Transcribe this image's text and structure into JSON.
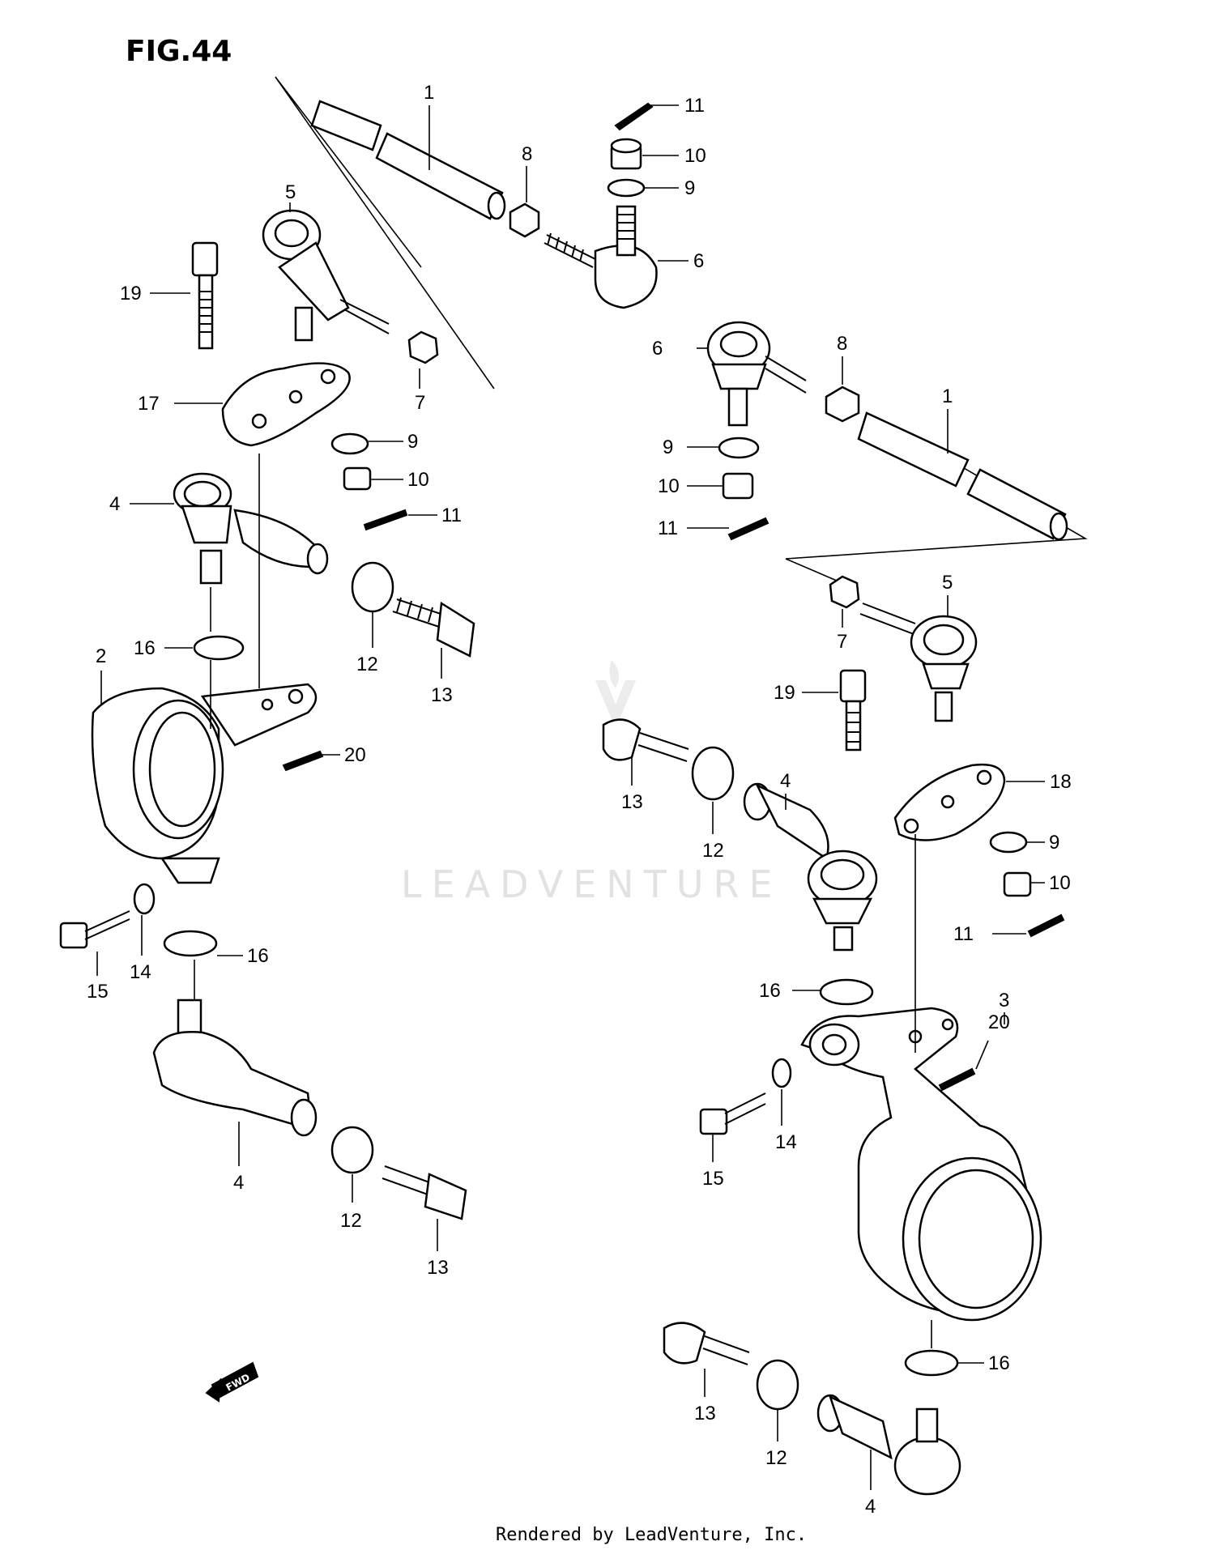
{
  "figure": {
    "title": "FIG.44"
  },
  "watermark": "LEADVENTURE",
  "direction_badge": "FWD",
  "footer": "Rendered by LeadVenture, Inc.",
  "callouts": {
    "c1a": "1",
    "c11a": "11",
    "c10a": "10",
    "c8a": "8",
    "c9a": "9",
    "c6a": "6",
    "c5a": "5",
    "c19a": "19",
    "c7a": "7",
    "c17": "17",
    "c9b": "9",
    "c10b": "10",
    "c11b": "11",
    "c4a": "4",
    "c6b": "6",
    "c8b": "8",
    "c1b": "1",
    "c9c": "9",
    "c10c": "10",
    "c11c": "11",
    "c16a": "16",
    "c2": "2",
    "c12a": "12",
    "c13a": "13",
    "c20a": "20",
    "c5b": "5",
    "c7b": "7",
    "c19b": "19",
    "c18": "18",
    "c4b": "4",
    "c13b": "13",
    "c12b": "12",
    "c9d": "9",
    "c10d": "10",
    "c11d": "11",
    "c15a": "15",
    "c14a": "14",
    "c16b": "16",
    "c16c": "16",
    "c4c": "4",
    "c12c": "12",
    "c13c": "13",
    "c20b": "20",
    "c3": "3",
    "c14b": "14",
    "c15b": "15",
    "c16d": "16",
    "c13d": "13",
    "c12d": "12",
    "c4d": "4"
  }
}
